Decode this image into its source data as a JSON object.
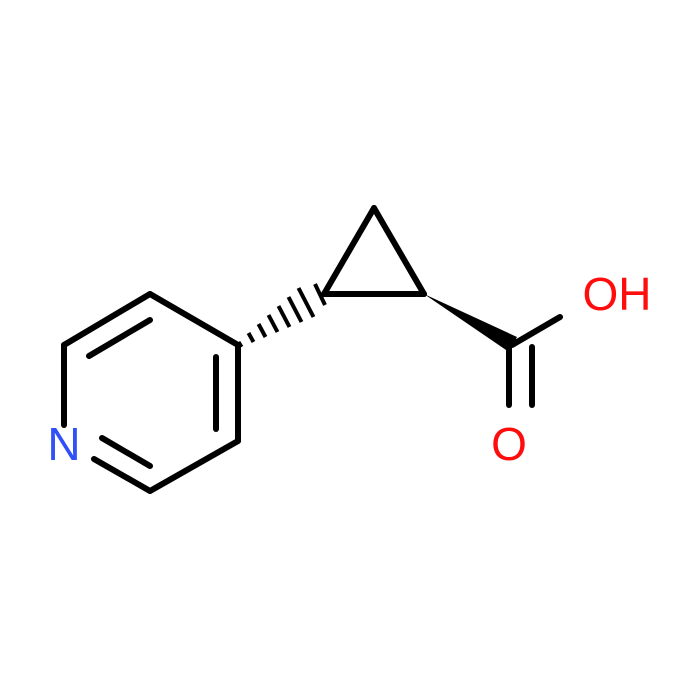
{
  "molecule": {
    "atoms": {
      "nitrogen": {
        "symbol": "N",
        "color": "#3050F8"
      },
      "hydroxyl": {
        "symbol": "OH",
        "color": "#FF0D0D"
      },
      "carbonyl_oxygen": {
        "symbol": "O",
        "color": "#FF0D0D"
      }
    },
    "bond_color": "#000000",
    "background": "#FFFFFF"
  }
}
